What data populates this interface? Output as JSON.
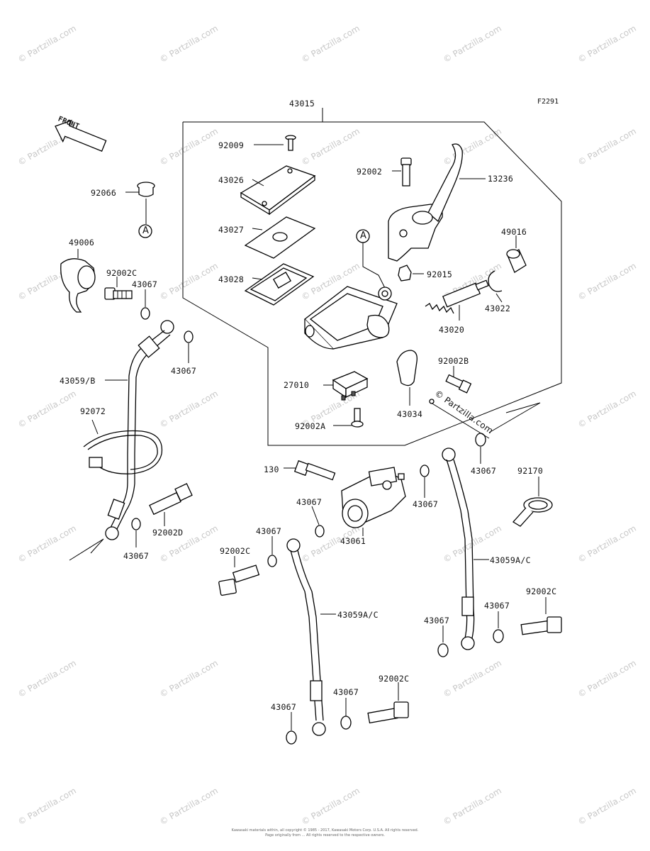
{
  "diagram_code": "F2291",
  "front_label": "FRONT",
  "callout_letter": "A",
  "watermark_text": "© Partzilla.com",
  "parts": [
    {
      "id": "p43015",
      "text": "43015"
    },
    {
      "id": "p92009",
      "text": "92009"
    },
    {
      "id": "p43026",
      "text": "43026"
    },
    {
      "id": "p43027",
      "text": "43027"
    },
    {
      "id": "p43028",
      "text": "43028"
    },
    {
      "id": "p92002",
      "text": "92002"
    },
    {
      "id": "p13236",
      "text": "13236"
    },
    {
      "id": "p49016",
      "text": "49016"
    },
    {
      "id": "p92015",
      "text": "92015"
    },
    {
      "id": "p43022",
      "text": "43022"
    },
    {
      "id": "p43020",
      "text": "43020"
    },
    {
      "id": "p92002B",
      "text": "92002B"
    },
    {
      "id": "p27010",
      "text": "27010"
    },
    {
      "id": "p43034",
      "text": "43034"
    },
    {
      "id": "p92002A",
      "text": "92002A"
    },
    {
      "id": "p92066",
      "text": "92066"
    },
    {
      "id": "p49006",
      "text": "49006"
    },
    {
      "id": "p92002C_a",
      "text": "92002C"
    },
    {
      "id": "p43067_a",
      "text": "43067"
    },
    {
      "id": "p43067_b",
      "text": "43067"
    },
    {
      "id": "p43059B",
      "text": "43059/B"
    },
    {
      "id": "p92072",
      "text": "92072"
    },
    {
      "id": "p92002D",
      "text": "92002D"
    },
    {
      "id": "p43067_c",
      "text": "43067"
    },
    {
      "id": "p130",
      "text": "130"
    },
    {
      "id": "p43067_d",
      "text": "43067"
    },
    {
      "id": "p43067_e",
      "text": "43067"
    },
    {
      "id": "p43061",
      "text": "43061"
    },
    {
      "id": "p43067_f",
      "text": "43067"
    },
    {
      "id": "p92170",
      "text": "92170"
    },
    {
      "id": "p43067_g",
      "text": "43067"
    },
    {
      "id": "p92002C_b",
      "text": "92002C"
    },
    {
      "id": "p43059AC_a",
      "text": "43059A/C"
    },
    {
      "id": "p43059AC_b",
      "text": "43059A/C"
    },
    {
      "id": "p92002C_c",
      "text": "92002C"
    },
    {
      "id": "p43067_h",
      "text": "43067"
    },
    {
      "id": "p43067_i",
      "text": "43067"
    },
    {
      "id": "p43067_j",
      "text": "43067"
    },
    {
      "id": "p43067_k",
      "text": "43067"
    },
    {
      "id": "p92002C_d",
      "text": "92002C"
    }
  ],
  "footer_line1": "Kawasaki materials within, all copyright © 1985 - 2017, Kawasaki Motors Corp. U.S.A. All rights reserved.",
  "footer_line2": "Page originally from ... All rights reserved to the respective owners."
}
